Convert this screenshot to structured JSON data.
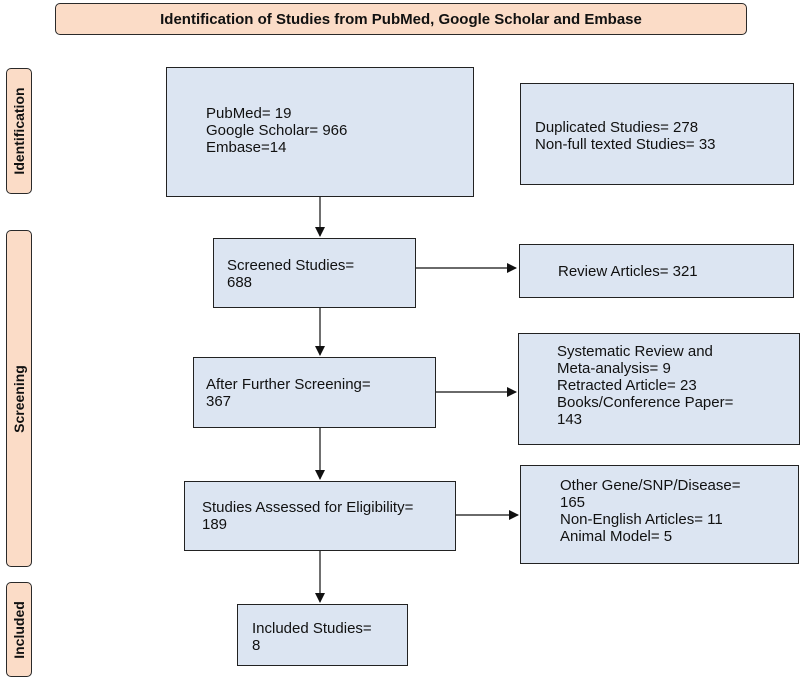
{
  "header": {
    "title": "Identification of Studies from PubMed, Google Scholar and Embase"
  },
  "stages": {
    "identification": "Identification",
    "screening": "Screening",
    "included": "Included"
  },
  "boxes": {
    "sources": [
      "PubMed= 19",
      "Google Scholar= 966",
      "Embase=14"
    ],
    "duplicates": [
      "Duplicated Studies= 278",
      "Non-full texted Studies= 33"
    ],
    "screened": [
      "Screened Studies=",
      "688"
    ],
    "review_articles": [
      "Review Articles= 321"
    ],
    "further_screening": [
      "After Further Screening=",
      "367"
    ],
    "excluded_screening": [
      "Systematic Review and",
      "Meta-analysis= 9",
      "Retracted Article= 23",
      "Books/Conference Paper=",
      "143"
    ],
    "eligibility": [
      "Studies Assessed for Eligibility=",
      "189"
    ],
    "excluded_eligibility": [
      "Other Gene/SNP/Disease=",
      "165",
      "Non-English Articles= 11",
      "Animal Model= 5"
    ],
    "included": [
      "Included Studies=",
      "8"
    ]
  }
}
